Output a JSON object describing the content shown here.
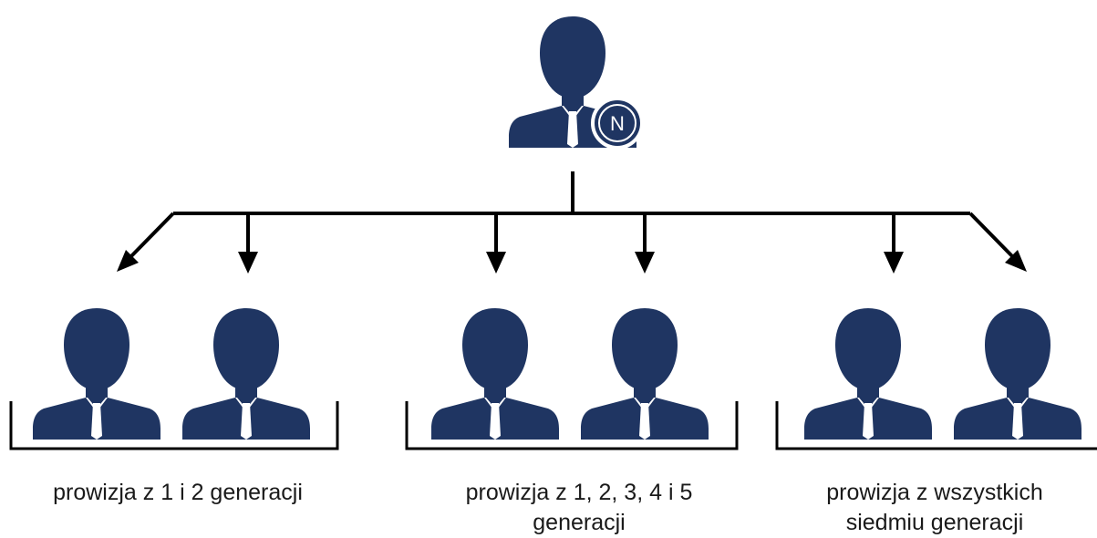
{
  "colors": {
    "person": "#1f3562",
    "line": "#000000",
    "text": "#1a1a1a"
  },
  "top_person": {
    "icon": "businessman-icon",
    "badge_label": "N"
  },
  "groups": [
    {
      "icon": "businessman-icon",
      "caption": "prowizja z 1 i 2 generacji"
    },
    {
      "icon": "businessman-icon",
      "caption": "prowizja z 1, 2, 3, 4 i 5 generacji"
    },
    {
      "icon": "businessman-icon",
      "caption": "prowizja z wszystkich siedmiu generacji"
    }
  ]
}
